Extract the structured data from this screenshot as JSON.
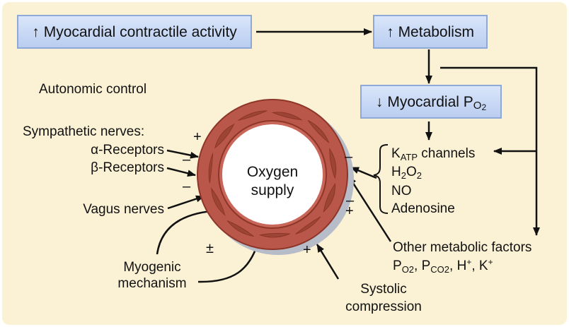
{
  "colors": {
    "panel_background": "#fbf2d6",
    "box_fill": "#c8d8f4",
    "box_border": "#8ea8d8",
    "vessel_wall": "#b9584a",
    "vessel_dark": "#8e3528",
    "smooth_muscle": "#9c4536",
    "lumen": "#ffffff",
    "shadow": "#b7bcc9",
    "arrow": "#111111"
  },
  "boxes": {
    "contractile": {
      "arrow_glyph": "↑",
      "text": "Myocardial contractile activity"
    },
    "metabolism": {
      "arrow_glyph": "↑",
      "text": "Metabolism"
    },
    "po2": {
      "arrow_glyph": "↓",
      "text": "Myocardial P",
      "sub": "O",
      "sub2": "2"
    }
  },
  "autonomic": {
    "title": "Autonomic control",
    "sympathetic": "Sympathetic nerves:",
    "alpha": "α-Receptors",
    "beta": "β-Receptors",
    "vagus": "Vagus nerves"
  },
  "vessel": {
    "line1": "Oxygen",
    "line2": "supply"
  },
  "signs": {
    "plus_sympathetic": "+",
    "minus_alpha": "–",
    "minus_vagus": "–",
    "minus_metabolites": "–",
    "minus_other": "–",
    "plus_other": "+",
    "plusminus_myogenic": "±",
    "plus_systolic": "+"
  },
  "metabolites": {
    "katp_main": "K",
    "katp_sub": "ATP",
    "katp_rest": " channels",
    "h2o2_h": "H",
    "h2o2_2a": "2",
    "h2o2_o": "O",
    "h2o2_2b": "2",
    "no": "NO",
    "adenosine": "Adenosine"
  },
  "other_factors": {
    "title": "Other metabolic factors",
    "p": "P",
    "o2": "O2",
    "co2": "CO2",
    "sep": ", ",
    "h": "H",
    "k": "K",
    "plus_sup": "+"
  },
  "myogenic": {
    "line1": "Myogenic",
    "line2": "mechanism"
  },
  "systolic": {
    "line1": "Systolic",
    "line2": "compression"
  }
}
